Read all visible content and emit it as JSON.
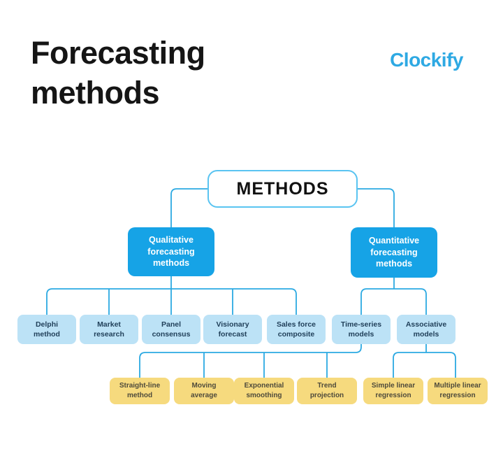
{
  "page": {
    "title": "Forecasting\nmethods",
    "logo": "Clockify"
  },
  "colors": {
    "accent_blue": "#16A3E6",
    "light_blue": "#BCE2F6",
    "yellow": "#F6DA7E",
    "connector_line": "#2BA9E2",
    "root_border": "#5AC4F1",
    "title_ink": "#151515",
    "navy_text": "#21405A",
    "yellow_text": "#4E4A3B",
    "logo_blue": "#2EA9E3"
  },
  "diagram": {
    "root_label": "METHODS",
    "level2": [
      {
        "label": "Qualitative\nforecasting\nmethods"
      },
      {
        "label": "Quantitative\nforecasting\nmethods"
      }
    ],
    "level3": [
      {
        "label": "Delphi\nmethod"
      },
      {
        "label": "Market\nresearch"
      },
      {
        "label": "Panel\nconsensus"
      },
      {
        "label": "Visionary\nforecast"
      },
      {
        "label": "Sales force\ncomposite"
      },
      {
        "label": "Time-series\nmodels"
      },
      {
        "label": "Associative\nmodels"
      }
    ],
    "level4": [
      {
        "label": "Straight-line\nmethod"
      },
      {
        "label": "Moving\naverage"
      },
      {
        "label": "Exponential\nsmoothing"
      },
      {
        "label": "Trend\nprojection"
      },
      {
        "label": "Simple linear\nregression"
      },
      {
        "label": "Multiple linear\nregression"
      }
    ]
  }
}
